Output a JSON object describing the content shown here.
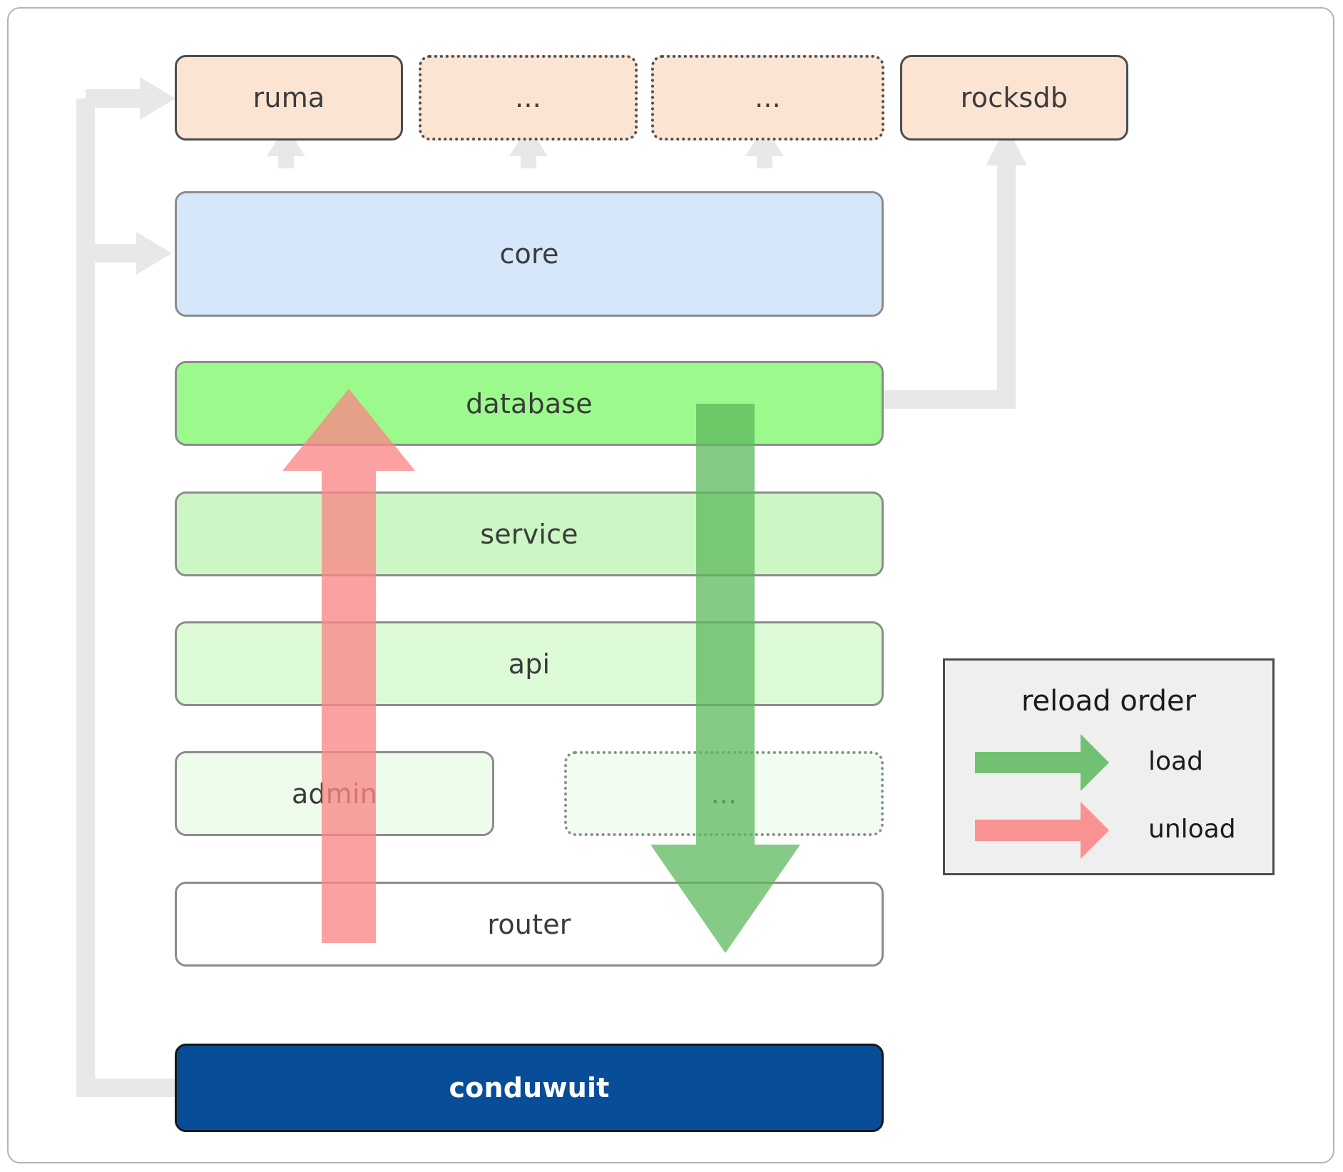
{
  "diagram": {
    "title": "conduwuit crate / module dependency and reload order diagram",
    "colors": {
      "dependency_fill": "#fce4d3",
      "dependency_stroke": "#4d4d4d",
      "core_fill": "#d6e7fb",
      "layer_stroke": "#8c8c8c",
      "database_fill": "#9cfa8c",
      "service_fill": "#ccf7c4",
      "api_fill": "#ddfad7",
      "admin_fill": "#edfceb",
      "router_fill": "#ffffff",
      "app_fill": "#084d98",
      "app_text": "#ffffff",
      "connector": "#e8e8e8",
      "load_arrow": "#5cb85c",
      "unload_arrow": "#fa8787",
      "legend_fill": "#efefef",
      "legend_stroke": "#4d4d4d"
    },
    "dependencies": [
      {
        "label": "ruma",
        "style": "solid"
      },
      {
        "label": "...",
        "style": "dotted"
      },
      {
        "label": "...",
        "style": "dotted"
      },
      {
        "label": "rocksdb",
        "style": "solid"
      }
    ],
    "core": {
      "label": "core"
    },
    "layers": [
      {
        "label": "database",
        "style": "solid"
      },
      {
        "label": "service",
        "style": "solid"
      },
      {
        "label": "api",
        "style": "solid"
      },
      {
        "label": "admin",
        "style": "solid"
      },
      {
        "label": "...",
        "style": "dotted"
      },
      {
        "label": "router",
        "style": "solid"
      }
    ],
    "app": {
      "label": "conduwuit"
    },
    "legend": {
      "title": "reload order",
      "entries": [
        {
          "label": "load",
          "direction": "down",
          "color": "#5cb85c"
        },
        {
          "label": "unload",
          "direction": "up",
          "color": "#fa8787"
        }
      ]
    },
    "flow_arrows": [
      {
        "name": "load-arrow",
        "label": "load",
        "from": "database",
        "to": "router",
        "color": "#5cb85c"
      },
      {
        "name": "unload-arrow",
        "label": "unload",
        "from": "router",
        "to": "database",
        "color": "#fa8787"
      }
    ]
  }
}
